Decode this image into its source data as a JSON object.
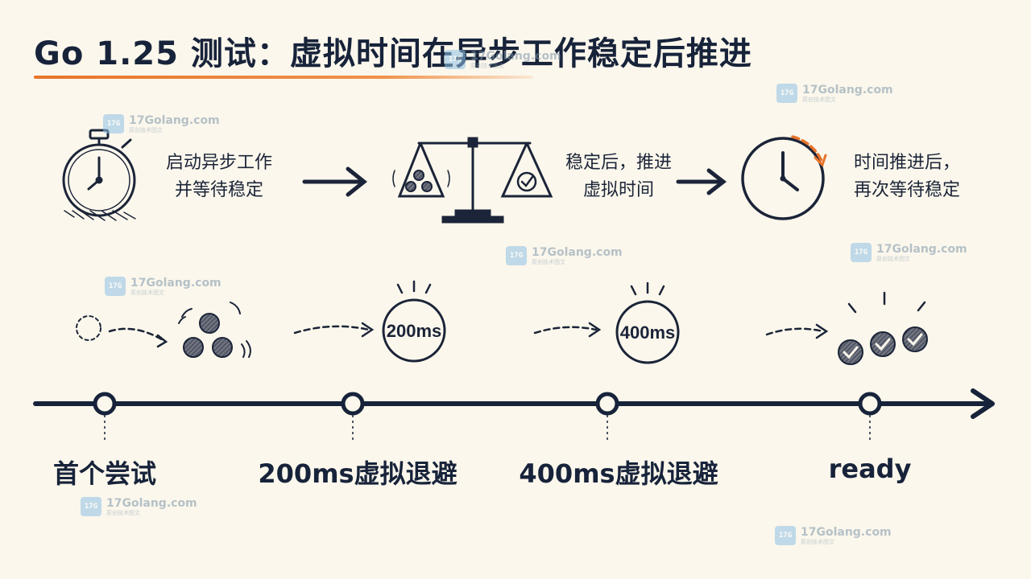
{
  "title": "Go 1.25 测试：虚拟时间在异步工作稳定后推进",
  "top_steps": [
    {
      "lines": [
        "启动异步工作",
        "并等待稳定"
      ]
    },
    {
      "lines": [
        "稳定后，推进",
        "虚拟时间"
      ]
    },
    {
      "lines": [
        "时间推进后，",
        "再次等待稳定"
      ]
    }
  ],
  "clock_badges": [
    "200ms",
    "400ms"
  ],
  "timeline_labels": [
    "首个尝试",
    "200ms虚拟退避",
    "400ms虚拟退避",
    "ready"
  ],
  "watermark": {
    "logo": "17G",
    "site": "17Golang.com",
    "sub": "原创技术图文"
  },
  "colors": {
    "ink": "#1b2438",
    "accent": "#e8742a",
    "background": "#fbf7ec"
  }
}
